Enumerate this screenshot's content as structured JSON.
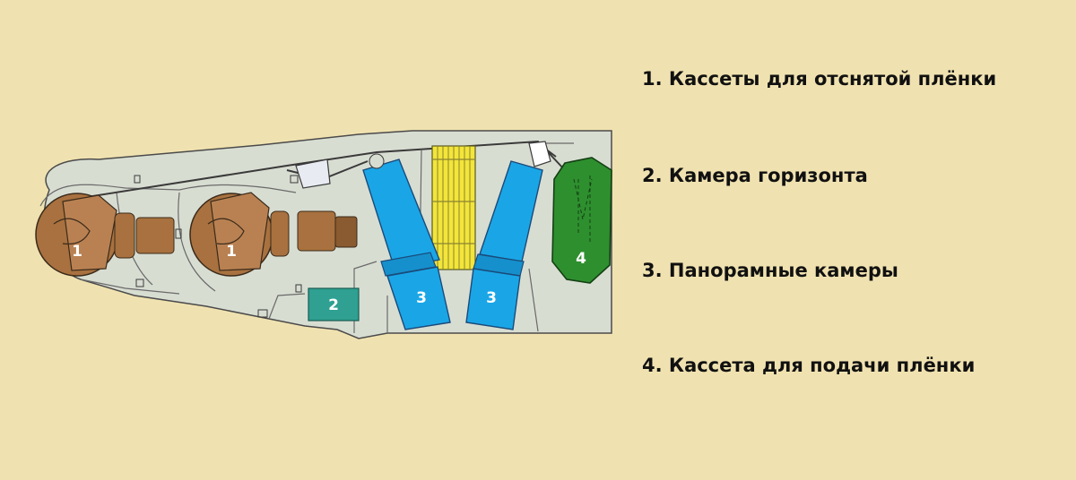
{
  "legend": {
    "item1": "1. Кассеты для отснятой плёнки",
    "item2": "2. Камера горизонта",
    "item3": "3. Панорамные камеры",
    "item4": "4. Кассета для подачи плёнки"
  },
  "markers": {
    "cassette_a": "1",
    "cassette_b": "1",
    "horizon_camera": "2",
    "panoramic_left": "3",
    "panoramic_right": "3",
    "supply_cassette": "4"
  },
  "colors": {
    "background": "#f0e2b0",
    "body": "#d8ddd2",
    "take_up_cassette": "#a8713f",
    "horizon_camera": "#2fa091",
    "panoramic_camera": "#1aa6e6",
    "yellow_block": "#f3e53a",
    "supply_cassette": "#2e8f2e"
  }
}
